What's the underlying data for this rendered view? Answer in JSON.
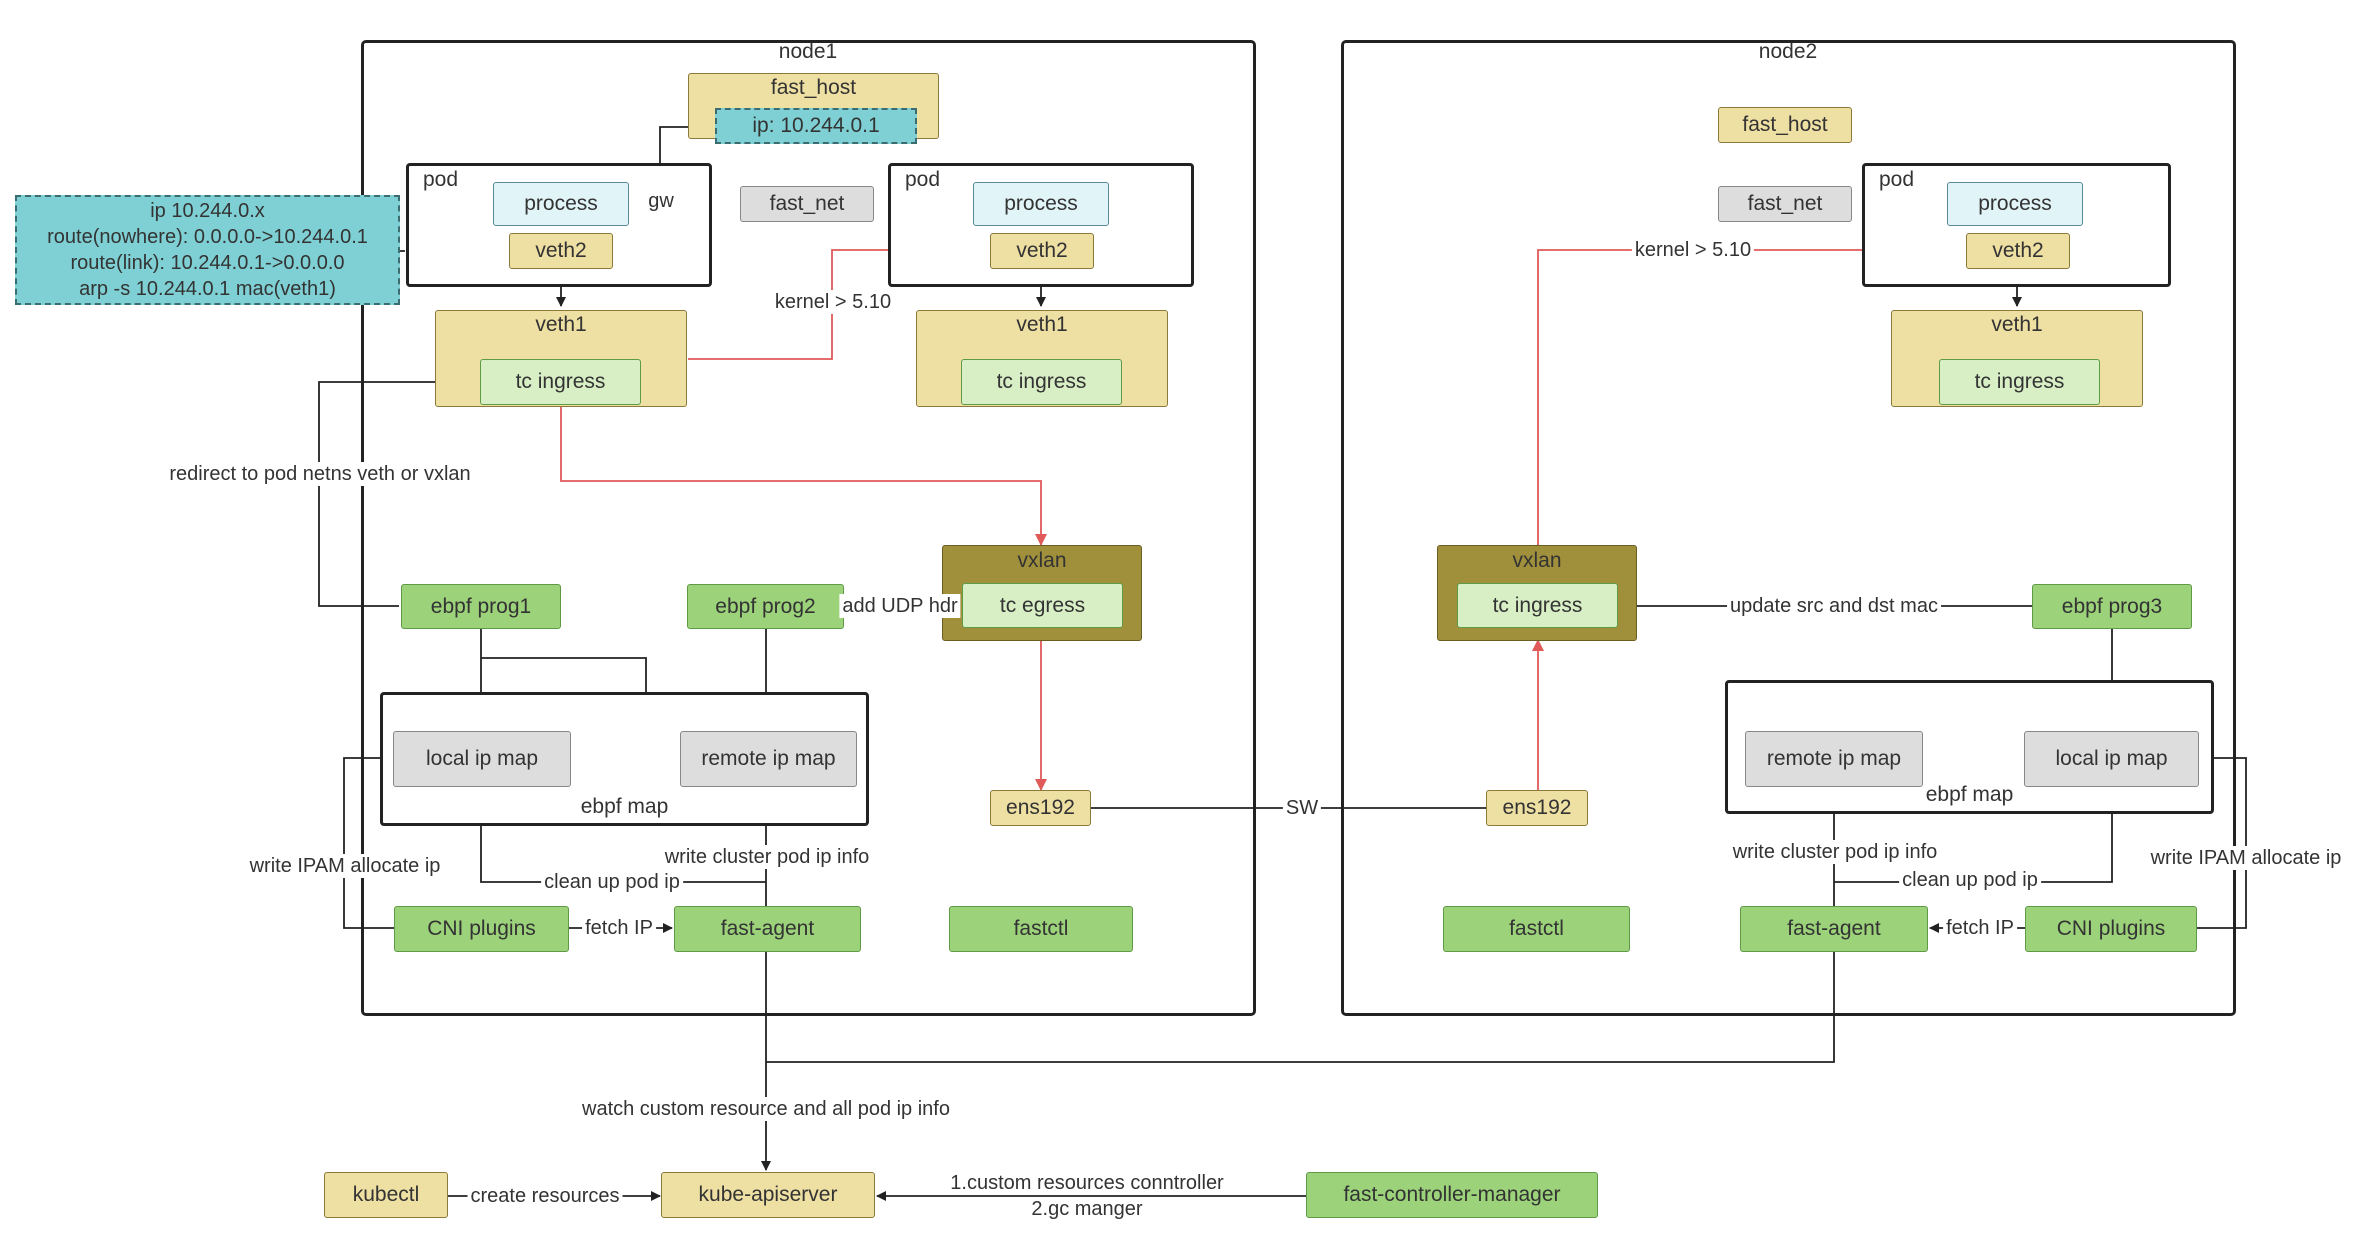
{
  "nodes": {
    "node1": {
      "title": "node1"
    },
    "node2": {
      "title": "node2"
    }
  },
  "node1": {
    "fast_host": "fast_host",
    "ip": "ip: 10.244.0.1",
    "fast_net": "fast_net",
    "pod_left": {
      "title": "pod",
      "process": "process",
      "veth2": "veth2"
    },
    "pod_right": {
      "title": "pod",
      "process": "process",
      "veth2": "veth2"
    },
    "veth1_left": "veth1",
    "veth1_right": "veth1",
    "tc_ingress_left": "tc ingress",
    "tc_ingress_right": "tc ingress",
    "vxlan": "vxlan",
    "tc_egress": "tc egress",
    "ebpf_prog1": "ebpf prog1",
    "ebpf_prog2": "ebpf prog2",
    "ebpf_map": "ebpf map",
    "local_ip_map": "local ip map",
    "remote_ip_map": "remote ip map",
    "ens192": "ens192",
    "cni_plugins": "CNI plugins",
    "fast_agent": "fast-agent",
    "fastctl": "fastctl"
  },
  "node2": {
    "fast_host": "fast_host",
    "fast_net": "fast_net",
    "pod": {
      "title": "pod",
      "process": "process",
      "veth2": "veth2"
    },
    "veth1": "veth1",
    "tc_ingress_pod": "tc ingress",
    "vxlan": "vxlan",
    "tc_ingress_vxlan": "tc ingress",
    "ebpf_prog3": "ebpf prog3",
    "ebpf_map": "ebpf map",
    "remote_ip_map": "remote ip map",
    "local_ip_map": "local ip map",
    "ens192": "ens192",
    "fastctl": "fastctl",
    "fast_agent": "fast-agent",
    "cni_plugins": "CNI plugins"
  },
  "pod_route_info": {
    "line1": "ip 10.244.0.x",
    "line2": "route(nowhere): 0.0.0.0->10.244.0.1",
    "line3": "route(link): 10.244.0.1->0.0.0.0",
    "line4": "arp -s 10.244.0.1 mac(veth1)"
  },
  "control": {
    "kubectl": "kubectl",
    "kube_apiserver": "kube-apiserver",
    "fast_controller_manager": "fast-controller-manager"
  },
  "edge_labels": {
    "gw": "gw",
    "kernel_left": "kernel > 5.10",
    "kernel_right": "kernel > 5.10",
    "redirect": "redirect to pod netns veth or vxlan",
    "add_udp": "add UDP hdr",
    "update_mac": "update src and dst mac",
    "sw": "SW",
    "write_ipam_left": "write IPAM allocate ip",
    "clean_left": "clean up pod ip",
    "write_cluster_left": "write cluster pod ip info",
    "fetch_left": "fetch IP",
    "write_cluster_right": "write cluster pod ip info",
    "clean_right": "clean up pod ip",
    "write_ipam_right": "write IPAM allocate ip",
    "fetch_right": "fetch IP",
    "watch": "watch custom resource and all  pod ip info",
    "create": "create resources",
    "controller_line1": "1.custom resources conntroller",
    "controller_line2": "2.gc manger"
  },
  "colors": {
    "green": "#9bd27a",
    "light_green": "#d8efc6",
    "yellow": "#eedfa3",
    "gray": "#dddddd",
    "cyan": "#e1f4f8",
    "teal": "#7fd0d4",
    "vxlan_olive": "#a0903c",
    "red_edge": "#e05a5a",
    "dark_edge": "#222222"
  }
}
